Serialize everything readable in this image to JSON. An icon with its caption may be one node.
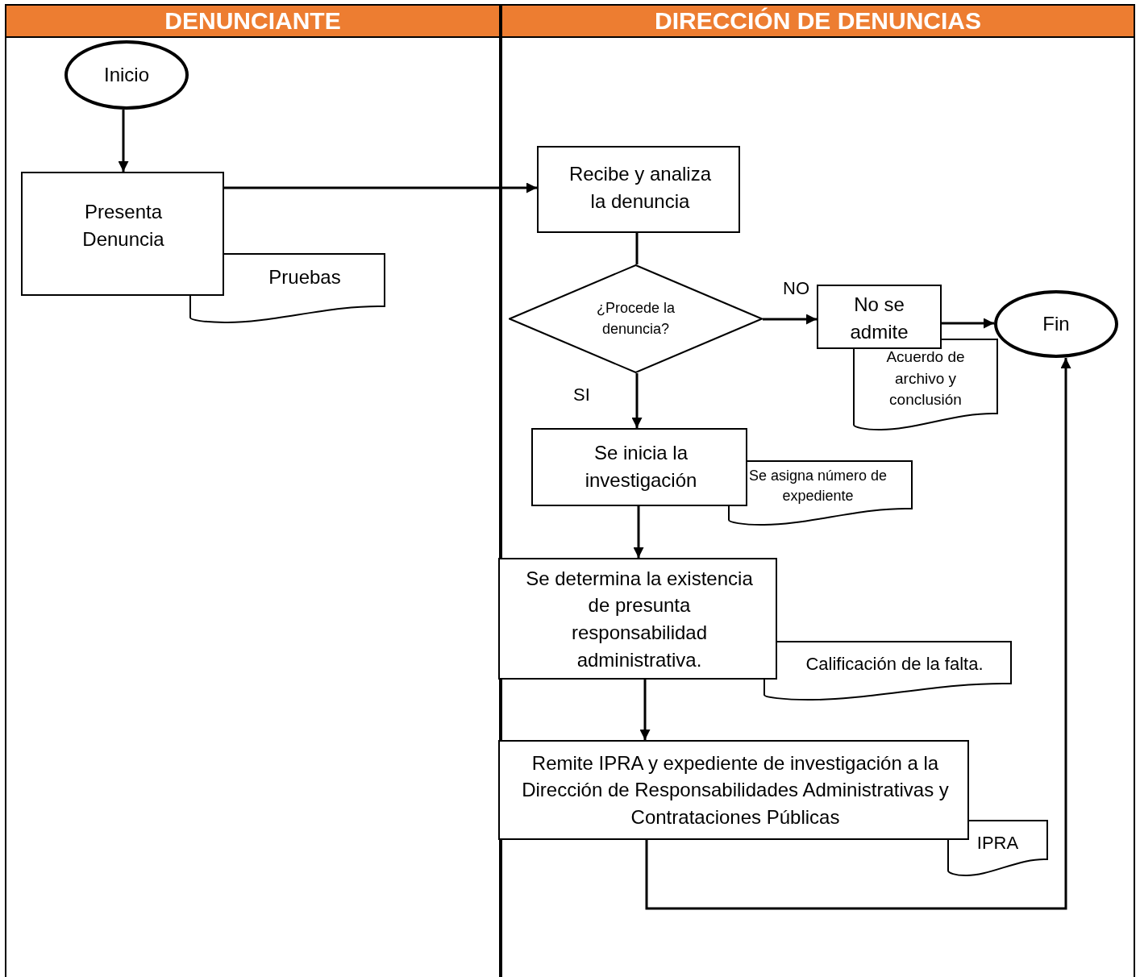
{
  "diagram": {
    "nodes": [
      {
        "text": [
          "DENUNCIANTE"
        ]
      },
      {
        "text": [
          "DIRECCIÓN DE DENUNCIAS"
        ]
      },
      {
        "text": [
          "Inicio"
        ],
        "in": 0
      },
      {
        "text": [
          "Presenta Denuncia"
        ],
        "in": 0
      },
      {
        "text": [
          "Pruebas"
        ],
        "in": 0
      },
      {
        "text": [
          "Recibe y analiza la denuncia"
        ],
        "in": 1
      },
      {
        "text": [
          "¿Procede la denuncia?"
        ],
        "in": 1
      },
      {
        "text": [
          "No se admite"
        ],
        "in": 1
      },
      {
        "text": [
          "Acuerdo de archivo y conclusión"
        ],
        "in": 1
      },
      {
        "text": [
          "Fin"
        ],
        "in": 1
      },
      {
        "text": [
          "Se inicia la investigación"
        ],
        "in": 1
      },
      {
        "text": [
          "Se asigna número de expediente"
        ],
        "in": 1
      },
      {
        "text": [
          "Se determina la existencia de presunta responsabilidad administrativa."
        ],
        "in": 1
      },
      {
        "text": [
          "Calificación de la falta."
        ],
        "in": 1
      },
      {
        "text": [
          "Remite IPRA y expediente de investigación a la Dirección de Responsabilidades Administrativas y Contrataciones Públicas"
        ],
        "in": 1
      },
      {
        "text": [
          "IPRA"
        ],
        "in": 1
      }
    ],
    "edges": [
      {
        "from": 2,
        "to": 3,
        "arrow": "to"
      },
      {
        "from": 3,
        "to": 5,
        "arrow": "to"
      },
      {
        "from": 5,
        "to": 6,
        "arrow": "none"
      },
      {
        "from": 6,
        "to": 7,
        "arrow": "to",
        "label": "NO"
      },
      {
        "from": 6,
        "to": 10,
        "arrow": "to",
        "label": "SI"
      },
      {
        "from": 7,
        "to": 9,
        "arrow": "to"
      },
      {
        "from": 10,
        "to": 12,
        "arrow": "to"
      },
      {
        "from": 12,
        "to": 14,
        "arrow": "to"
      },
      {
        "from": 14,
        "to": 9,
        "arrow": "to"
      }
    ]
  }
}
